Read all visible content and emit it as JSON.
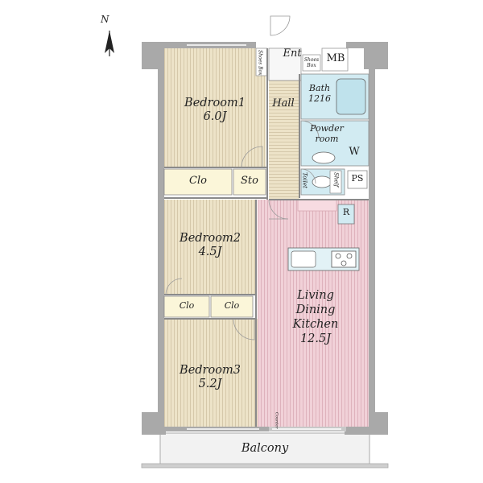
{
  "compass": {
    "label": "N"
  },
  "rooms": {
    "bedroom1": {
      "name": "Bedroom1",
      "size": "6.0J"
    },
    "bedroom2": {
      "name": "Bedroom2",
      "size": "4.5J"
    },
    "bedroom3": {
      "name": "Bedroom3",
      "size": "5.2J"
    },
    "ldk": {
      "line1": "Living",
      "line2": "Dining",
      "line3": "Kitchen",
      "size": "12.5J"
    },
    "hall": "Hall",
    "entrance": "Ent",
    "mb": "MB",
    "shoes_box_left": "Shoes Box",
    "shoes_box_right": "Shoes Box",
    "bath": {
      "name": "Bath",
      "size": "1216"
    },
    "powder": {
      "line1": "Powder",
      "line2": "room"
    },
    "washer": "W",
    "toilet": "Toilet",
    "shelf": "Shelf",
    "ps": "PS",
    "refrigerator": "R",
    "clo_top": "Clo",
    "sto": "Sto",
    "clo_mid_left": "Clo",
    "clo_mid_right": "Clo",
    "counter": "Counter",
    "balcony": "Balcony"
  },
  "colors": {
    "wall": "#a9a9a9",
    "tatami": "#efe6cf",
    "closet": "#fbf6d9",
    "ldk": "#f3d6dc",
    "wet": "#d2ebf2",
    "balcony": "#f2f2f2"
  }
}
